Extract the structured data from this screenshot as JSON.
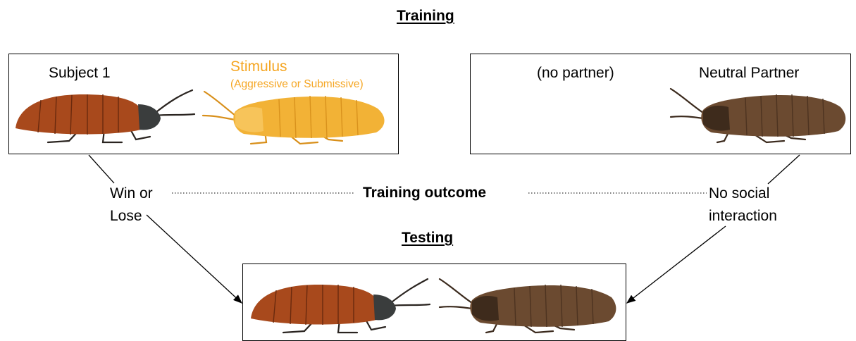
{
  "headings": {
    "training": "Training",
    "testing": "Testing"
  },
  "training_left": {
    "subject_label": "Subject 1",
    "stimulus_label": "Stimulus",
    "stimulus_sublabel": "(Aggressive or Submissive)"
  },
  "training_right": {
    "no_partner_label": "(no partner)",
    "partner_label": "Neutral Partner"
  },
  "outcomes": {
    "left": [
      "Win or",
      "Lose"
    ],
    "center": "Training outcome",
    "right": [
      "No social",
      "interaction"
    ]
  },
  "colors": {
    "stimulus_accent": "#f5a623",
    "subject_body": "#a8491c",
    "subject_head": "#3a3d3d",
    "stimulus_body": "#f2b236",
    "neutral_body": "#6b4a30"
  },
  "icons": [
    "cockroach-subject",
    "cockroach-stimulus",
    "cockroach-neutral"
  ]
}
